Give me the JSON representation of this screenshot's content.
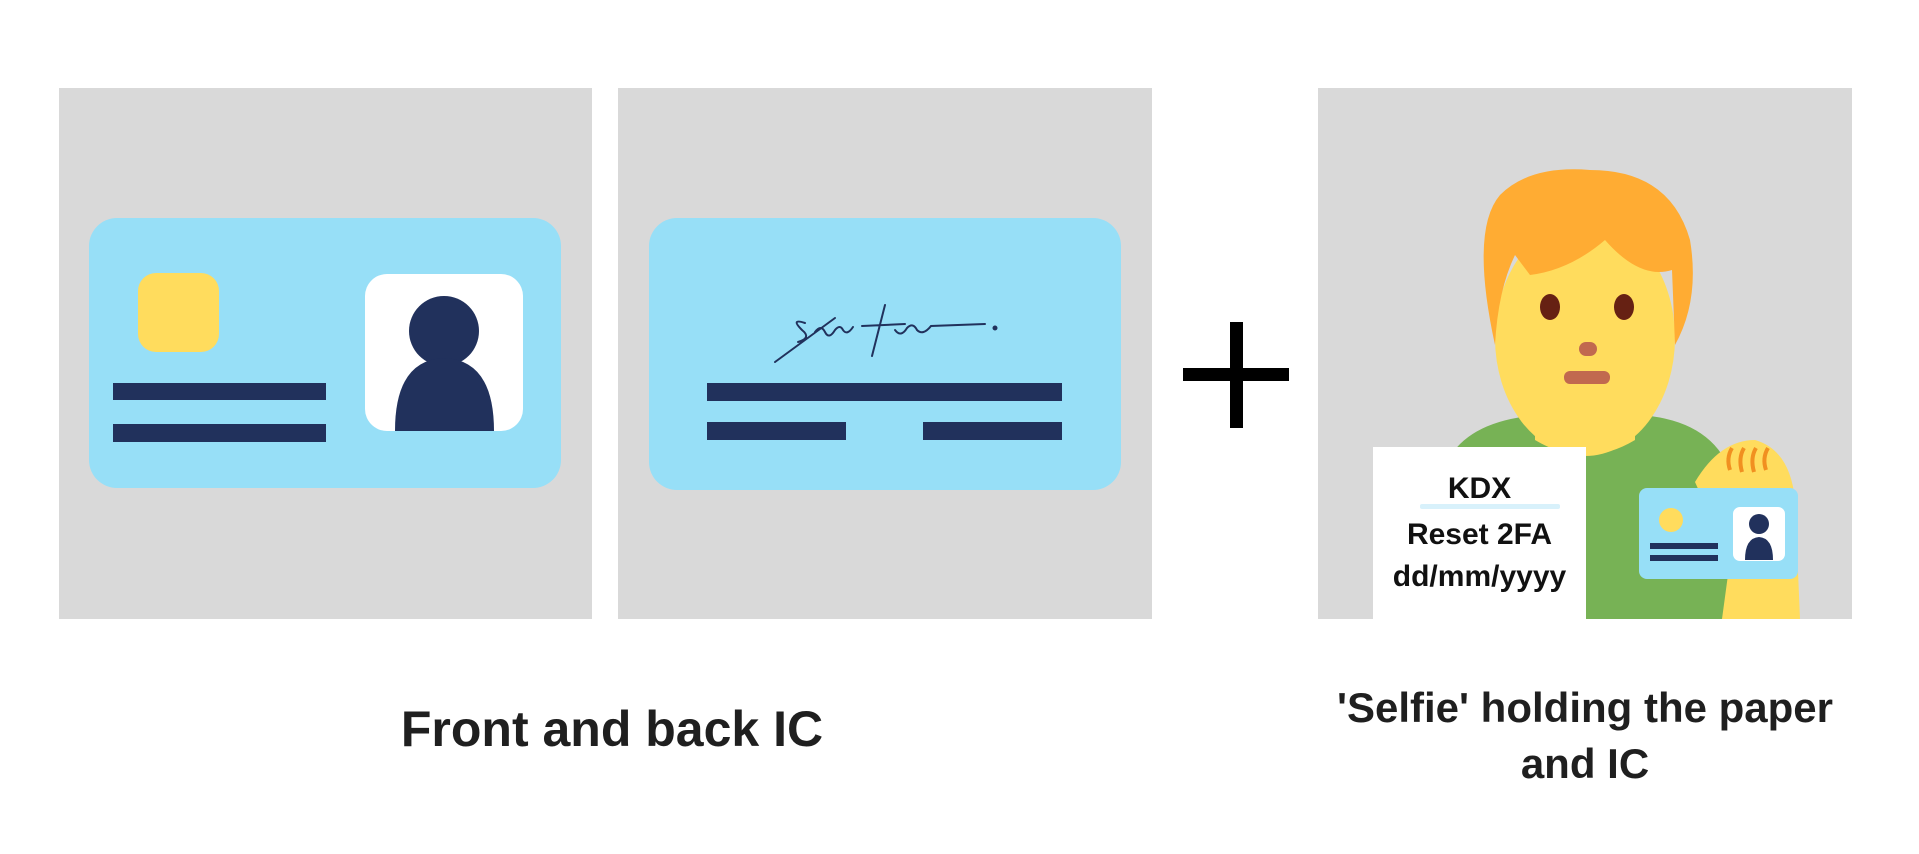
{
  "front_back": {
    "signature_text": "Signature.",
    "caption": "Front and back IC"
  },
  "operator": "+",
  "selfie": {
    "paper_lines": [
      "KDX",
      "Reset 2FA",
      "dd/mm/yyyy"
    ],
    "caption_line1": "'Selfie' holding the paper",
    "caption_line2": "and IC"
  },
  "colors": {
    "panel_bg": "#d9d9d9",
    "card": "#97dff7",
    "chip": "#ffdc5d",
    "navy": "#21315c",
    "hair": "#ffac33",
    "skin": "#ffdc5d",
    "shirt": "#77b255"
  }
}
